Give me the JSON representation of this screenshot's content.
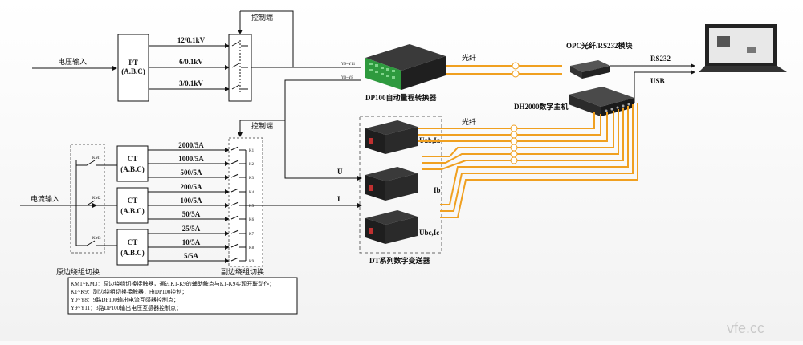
{
  "inputs": {
    "voltage": "电压输入",
    "current": "电流输入"
  },
  "pt": {
    "title": "PT",
    "sub": "(A.B.C)",
    "ratios": [
      "12/0.1kV",
      "6/0.1kV",
      "3/0.1kV"
    ]
  },
  "ct": {
    "title": "CT",
    "sub": "(A.B.C)",
    "ratios": [
      "2000/5A",
      "1000/5A",
      "500/5A",
      "200/5A",
      "100/5A",
      "50/5A",
      "25/5A",
      "10/5A",
      "5/5A"
    ]
  },
  "km": [
    "KM1",
    "KM2",
    "KM3"
  ],
  "k": [
    "K1",
    "K2",
    "K3",
    "K4",
    "K5",
    "K6",
    "K7",
    "K8",
    "K9"
  ],
  "control_label": "控制端",
  "primary_switch": "原边绕组切换",
  "secondary_switch": "副边绕组切换",
  "dp100": {
    "label": "DP100自动量程转换器",
    "y9y11": "Y9~Y11",
    "y0y8": "Y0~Y8"
  },
  "fiber": "光纤",
  "opc": "OPC光纤/RS232模块",
  "dh2000": "DH2000数字主机",
  "rs232": "RS232",
  "usb": "USB",
  "dt": {
    "label": "DT系列数字变送器",
    "ch1": "Uab,Ia",
    "ch2": "Ib",
    "ch3": "Ubc,Ic"
  },
  "signals": {
    "u": "U",
    "i": "I"
  },
  "notes": [
    "KM1~KM3：原边绕组切换接触器，通过K1-K9的辅助触点与K1-K9实现开联动作；",
    "K1~K9：副边绕组切换接触器，由DP100控制；",
    "Y0~Y8：9路DP100输出电流互感器控制点；",
    "Y9~Y11：3路DP100输出电压互感器控制点；"
  ],
  "watermark": "vfe.cc",
  "colors": {
    "fiber": "#f0a020",
    "device": "#2a2a2a",
    "green": "#2e9a3e",
    "dashed": "#666666"
  }
}
